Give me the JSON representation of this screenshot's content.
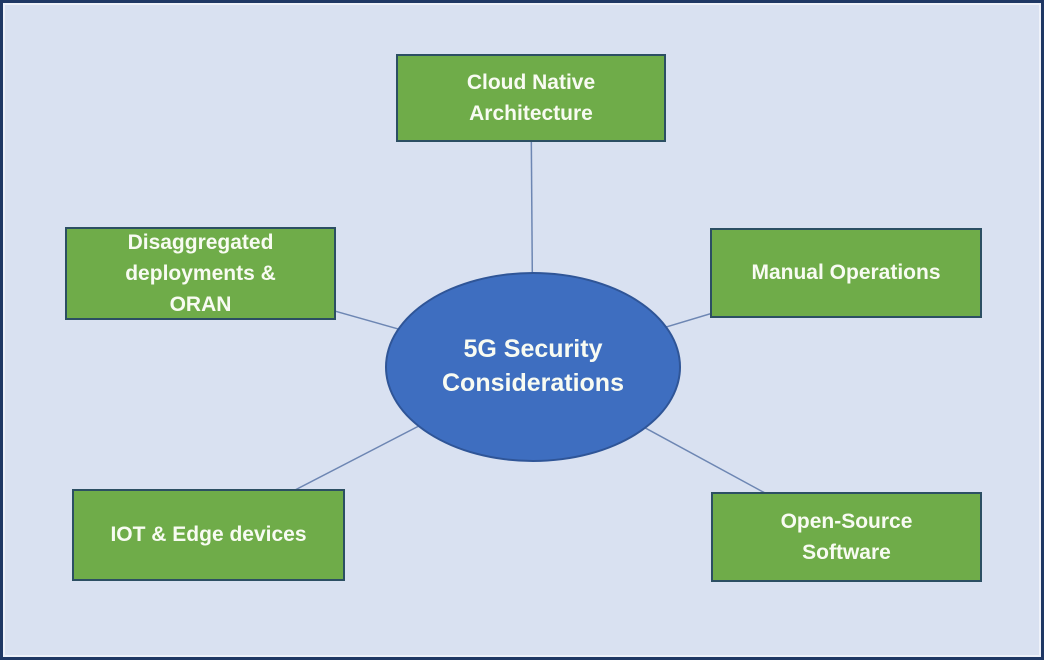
{
  "diagram": {
    "title": "5G Security Considerations",
    "center": {
      "label": "5G Security\nConsiderations"
    },
    "nodes": [
      {
        "id": "cloud-native-architecture",
        "label": "Cloud Native\nArchitecture"
      },
      {
        "id": "disaggregated-deployments-oran",
        "label": "Disaggregated\ndeployments &\nORAN"
      },
      {
        "id": "manual-operations",
        "label": "Manual Operations"
      },
      {
        "id": "iot-edge-devices",
        "label": "IOT & Edge devices"
      },
      {
        "id": "open-source-software",
        "label": "Open-Source\nSoftware"
      }
    ],
    "colors": {
      "background": "#D9E1F1",
      "frame_border": "#1F3864",
      "node_fill": "#6FAC49",
      "node_border": "#2C4F63",
      "center_fill": "#3E6EC0",
      "center_border": "#2F5597",
      "connector": "#6D86B3",
      "text": "#F8FBF2"
    }
  }
}
